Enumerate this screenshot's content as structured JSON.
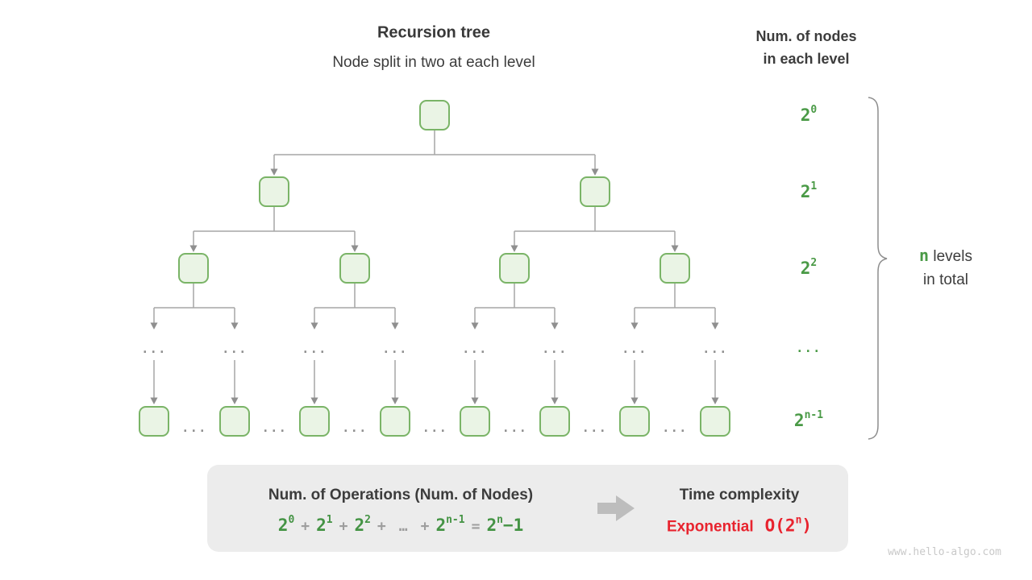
{
  "title": "Recursion tree",
  "subtitle": "Node split in two at each level",
  "right_header": {
    "line1": "Num. of nodes",
    "line2": "in each level"
  },
  "levels": {
    "l0": {
      "base": "2",
      "sup": "0"
    },
    "l1": {
      "base": "2",
      "sup": "1"
    },
    "l2": {
      "base": "2",
      "sup": "2"
    },
    "dots": "...",
    "ln": {
      "base": "2",
      "sup": "n-1"
    }
  },
  "tree": {
    "ellipsis": "..."
  },
  "brace_label": {
    "n": "n",
    "levels": " levels",
    "line2": "in total"
  },
  "summary": {
    "operations_title": "Num. of Operations (Num. of Nodes)",
    "formula": {
      "t0": {
        "base": "2",
        "sup": "0"
      },
      "p0": "+",
      "t1": {
        "base": "2",
        "sup": "1"
      },
      "p1": "+",
      "t2": {
        "base": "2",
        "sup": "2"
      },
      "p2": "+",
      "dots": "…",
      "p3": "+",
      "tn": {
        "base": "2",
        "sup": "n-1"
      },
      "eq": "=",
      "res": {
        "base": "2",
        "sup": "n",
        "tail": "−1"
      }
    },
    "time_title": "Time complexity",
    "complexity_name": "Exponential",
    "complexity": {
      "pre": "O(2",
      "sup": "n",
      "post": ")"
    }
  },
  "watermark": "www.hello-algo.com",
  "colors": {
    "green_text": "#4a9a46",
    "node_fill": "#eaf4e5",
    "node_border": "#7ab467",
    "connector_gray": "#a6a6a6",
    "box_gray": "#ececec",
    "red": "#e8232e"
  }
}
